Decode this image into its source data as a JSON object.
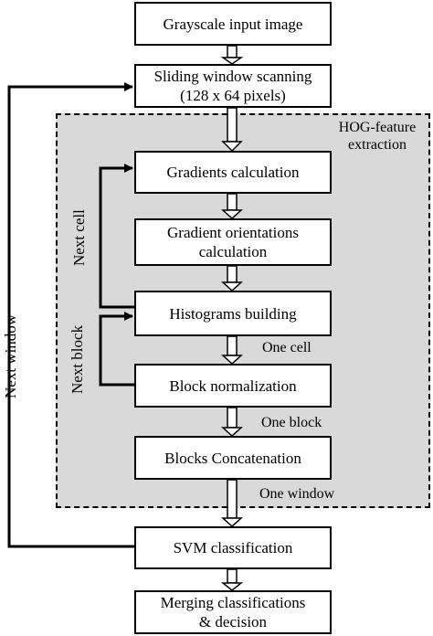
{
  "diagram": {
    "region_label": "HOG-feature\nextraction",
    "boxes": {
      "input": "Grayscale input image",
      "sliding": "Sliding window scanning\n(128 x 64 pixels)",
      "gradients": "Gradients calculation",
      "orientations": "Gradient orientations\ncalculation",
      "histograms": "Histograms building",
      "normalization": "Block normalization",
      "concatenation": "Blocks Concatenation",
      "svm": "SVM classification",
      "merge": "Merging classifications\n& decision"
    },
    "loop_labels": {
      "next_window": "Next window",
      "next_cell": "Next cell",
      "next_block": "Next block"
    },
    "transition_labels": {
      "one_cell": "One cell",
      "one_block": "One block",
      "one_window": "One window"
    }
  }
}
